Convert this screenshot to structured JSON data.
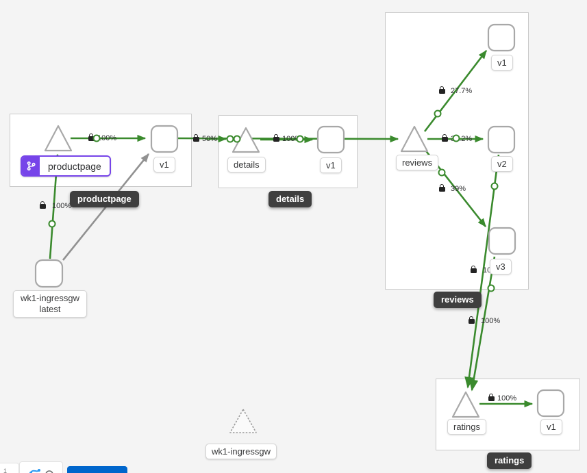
{
  "colors": {
    "background": "#f4f4f4",
    "edge_green": "#3a8a2d",
    "edge_gray": "#919191",
    "box_border": "#c9c9c9",
    "node_border": "#a8a8a8",
    "badge_bg": "#3f3f3f",
    "selected_purple": "#7644e9",
    "button_blue": "#0066cc"
  },
  "groups": {
    "productpage": {
      "badge": "productpage"
    },
    "details": {
      "badge": "details"
    },
    "reviews": {
      "badge": "reviews"
    },
    "ratings": {
      "badge": "ratings"
    }
  },
  "nodes": {
    "productpage_service": {
      "label": "productpage"
    },
    "productpage_v1": {
      "label": "v1"
    },
    "details_service": {
      "label": "details"
    },
    "details_v1": {
      "label": "v1"
    },
    "reviews_service": {
      "label": "reviews"
    },
    "reviews_v1": {
      "label": "v1"
    },
    "reviews_v2": {
      "label": "v2"
    },
    "reviews_v3": {
      "label": "v3"
    },
    "ratings_service": {
      "label": "ratings"
    },
    "ratings_v1": {
      "label": "v1"
    },
    "ingress_workload": {
      "label_line1": "wk1-ingressgw",
      "label_line2": "latest"
    },
    "ingress_idle": {
      "label": "wk1-ingressgw"
    }
  },
  "edges": {
    "productpage_to_v1": {
      "label": "100%"
    },
    "v1_to_details": {
      "label": "50%"
    },
    "details_to_v1": {
      "label": "100%"
    },
    "ingress_to_productpage": {
      "label": "100%"
    },
    "reviews_to_v1": {
      "label": "27.7%"
    },
    "reviews_to_v2": {
      "label": "33.2%"
    },
    "reviews_to_v3": {
      "label": "39%"
    },
    "v3_to_ratings": {
      "label": "100%"
    },
    "v2_to_ratings": {
      "label": "100%"
    },
    "ratings_to_v1": {
      "label": "100%"
    }
  },
  "toolbar": {
    "zoom_level": "1"
  }
}
